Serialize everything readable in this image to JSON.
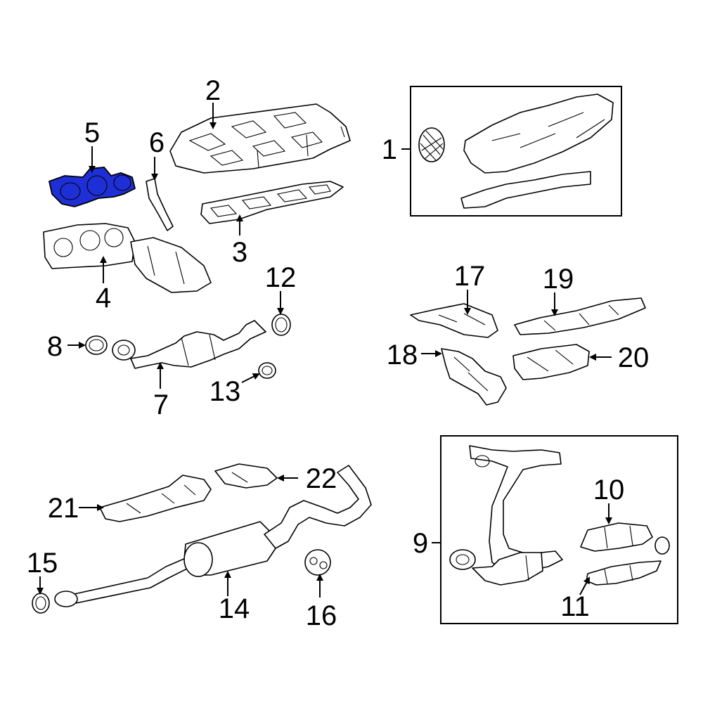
{
  "diagram": {
    "highlight_color": "#1f2fd6",
    "callouts": {
      "c1": "1",
      "c2": "2",
      "c3": "3",
      "c4": "4",
      "c5": "5",
      "c6": "6",
      "c7": "7",
      "c8": "8",
      "c9": "9",
      "c10": "10",
      "c11": "11",
      "c12": "12",
      "c13": "13",
      "c14": "14",
      "c15": "15",
      "c16": "16",
      "c17": "17",
      "c18": "18",
      "c19": "19",
      "c20": "20",
      "c21": "21",
      "c22": "22"
    }
  }
}
